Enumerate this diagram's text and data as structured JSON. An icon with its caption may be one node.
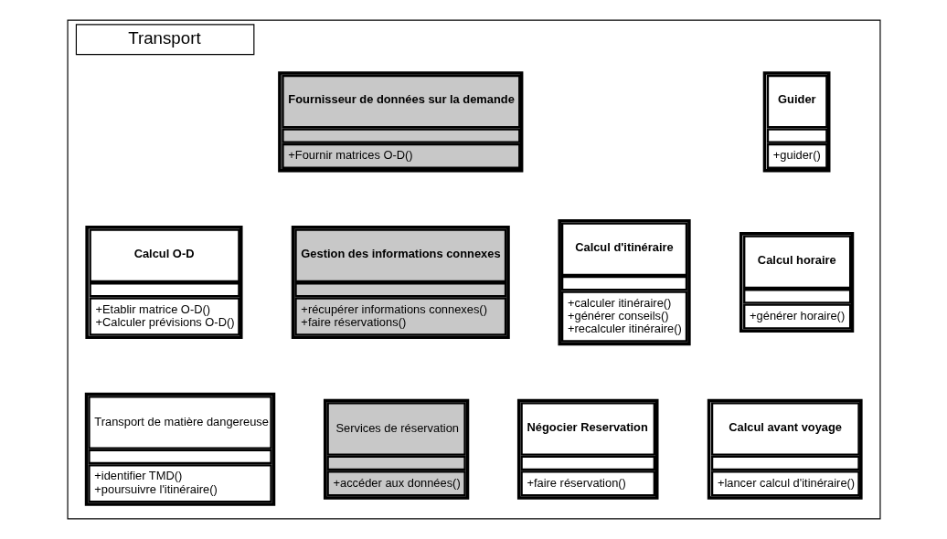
{
  "diagram": {
    "nodes": [
      {
        "text": [
          "Transport"
        ]
      },
      {
        "text": [
          "Guider",
          "+guider()"
        ],
        "in": 0
      },
      {
        "text": [
          "Fournisseur de données sur la demande",
          "+Fournir matrices O-D()"
        ],
        "in": 0
      },
      {
        "text": [
          "Calcul horaire",
          "+générer horaire()"
        ],
        "in": 0
      },
      {
        "text": [
          "Calcul d'itinéraire",
          "+calculer itinéraire()",
          "+générer conseils()",
          "+recalculer itinéraire()"
        ],
        "in": 0
      },
      {
        "text": [
          "Gestion des informations connexes",
          "+récupérer informations connexes()",
          "+faire réservations()"
        ],
        "in": 0
      },
      {
        "text": [
          "Calcul O-D",
          "+Etablir matrice O-D()",
          "+Calculer prévisions O-D()"
        ],
        "in": 0
      },
      {
        "text": [
          "Calcul avant voyage",
          "+lancer calcul d'itinéraire()"
        ],
        "in": 0
      },
      {
        "text": [
          "Négocier Reservation",
          "+faire réservation()"
        ],
        "in": 0
      },
      {
        "text": [
          "Services de réservation",
          "+accéder aux données()"
        ],
        "in": 0
      },
      {
        "text": [
          "Transport de matière dangereuse",
          "+identifier TMD()",
          "+poursuivre l'itinéraire()"
        ],
        "in": 0
      }
    ]
  }
}
